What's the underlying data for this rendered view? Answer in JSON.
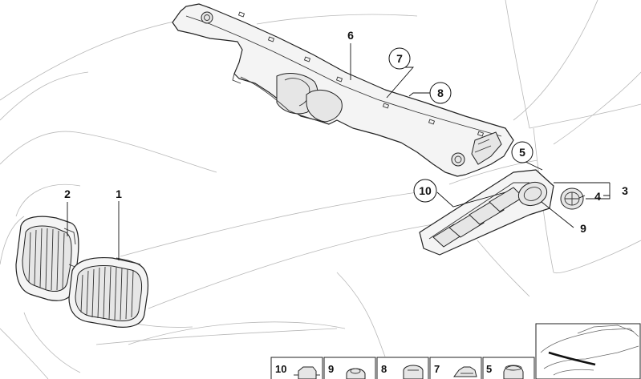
{
  "callouts": [
    {
      "id": "c6",
      "text": "6"
    },
    {
      "id": "c7",
      "text": "7"
    },
    {
      "id": "c8",
      "text": "8"
    },
    {
      "id": "c5",
      "text": "5"
    },
    {
      "id": "c10",
      "text": "10"
    },
    {
      "id": "c9",
      "text": "9"
    },
    {
      "id": "c4",
      "text": "4"
    },
    {
      "id": "c3",
      "text": "3"
    },
    {
      "id": "c2",
      "text": "2"
    },
    {
      "id": "c1",
      "text": "1"
    }
  ],
  "legend_tiles": [
    {
      "text": "10"
    },
    {
      "text": "9"
    },
    {
      "text": "8"
    },
    {
      "text": "7"
    },
    {
      "text": "5"
    }
  ]
}
